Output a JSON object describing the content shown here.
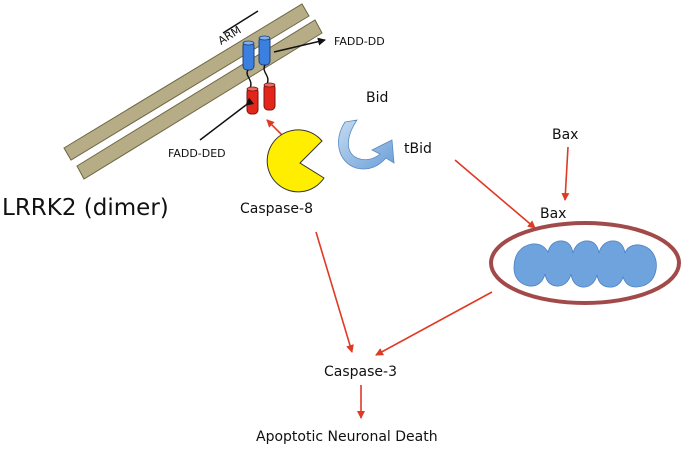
{
  "labels": {
    "arm": "ARM",
    "fadd_dd": "FADD-DD",
    "fadd_ded": "FADD-DED",
    "lrrk2": "LRRK2 (dimer)",
    "bid": "Bid",
    "tbid": "tBid",
    "bax_top": "Bax",
    "bax_mito": "Bax",
    "caspase8": "Caspase-8",
    "caspase3": "Caspase-3",
    "death": "Apoptotic Neuronal Death"
  },
  "colors": {
    "rod": "#b6ad86",
    "rod_stroke": "#6e6646",
    "fadd_dd": "#3b7fe0",
    "fadd_ded": "#e2261b",
    "caspase8": "#ffee00",
    "bid_arrow": "#8fb7e2",
    "arrow": "#e03a24",
    "mito_ring": "#a24a4a",
    "mito_body": "#6ea3de"
  }
}
